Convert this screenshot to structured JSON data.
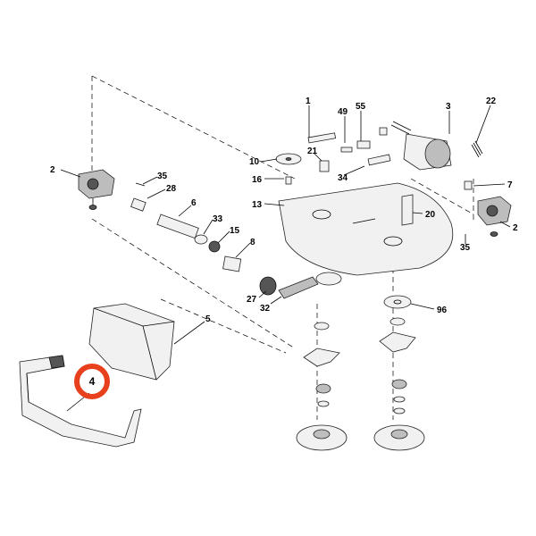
{
  "highlight": {
    "label": "4",
    "color": "#e8401c"
  },
  "callouts": [
    "1",
    "49",
    "55",
    "3",
    "22",
    "2",
    "35",
    "28",
    "10",
    "21",
    "16",
    "34",
    "7",
    "6",
    "13",
    "33",
    "20",
    "15",
    "2",
    "8",
    "35",
    "27",
    "32",
    "96",
    "5"
  ]
}
